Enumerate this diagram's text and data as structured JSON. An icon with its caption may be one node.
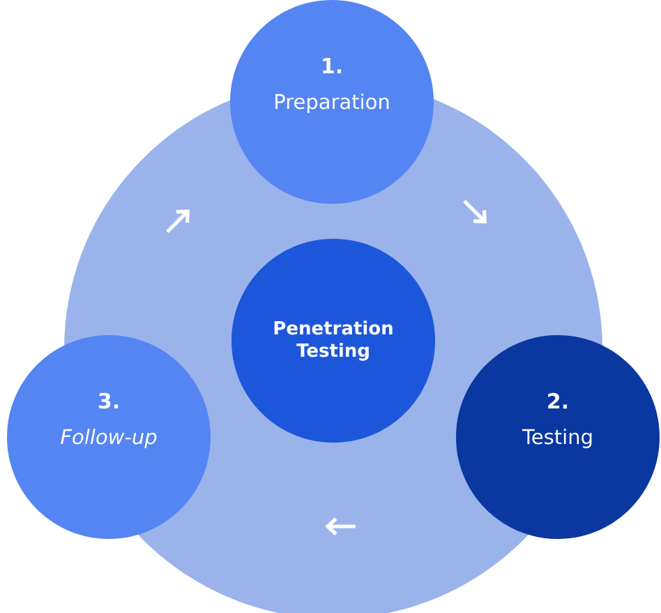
{
  "diagram": {
    "nodes": [
      {
        "text": [
          "Penetration Testing"
        ]
      },
      {
        "text": [
          "1.",
          "Preparation"
        ]
      },
      {
        "text": [
          "2.",
          "Testing"
        ]
      },
      {
        "text": [
          "3.",
          "Follow-up"
        ]
      }
    ]
  }
}
